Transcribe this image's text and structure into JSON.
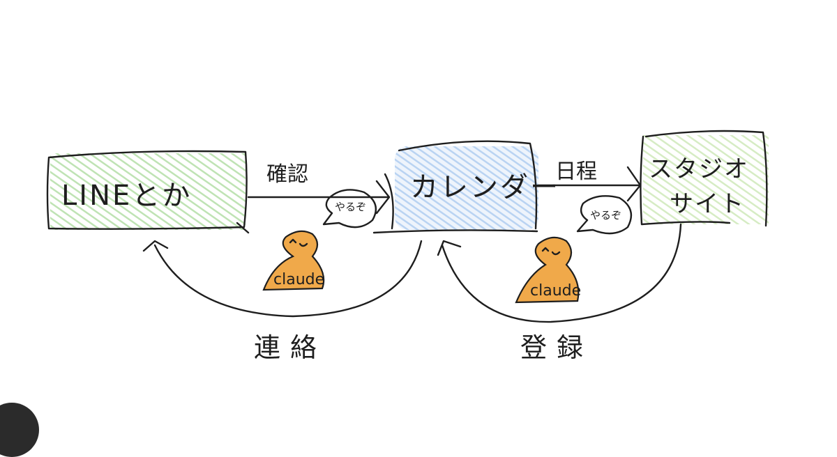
{
  "nodes": {
    "line": {
      "label": "LINEとか",
      "fill": "#bfe3b4"
    },
    "calendar": {
      "label": "カレンダー",
      "fill": "#b9d3f2"
    },
    "studio": {
      "label_line1": "スタジオ",
      "label_line2": "サイト",
      "fill": "#d6ecc4"
    }
  },
  "edges": {
    "confirm": {
      "label": "確認"
    },
    "date": {
      "label": "日程"
    },
    "contact": {
      "label": "連絡"
    },
    "register": {
      "label": "登録"
    }
  },
  "agents": {
    "left": {
      "name": "claude",
      "bubble": "やるぞ",
      "color": "#f0a94a"
    },
    "right": {
      "name": "claude",
      "bubble": "やるぞ",
      "color": "#f0a94a"
    }
  }
}
